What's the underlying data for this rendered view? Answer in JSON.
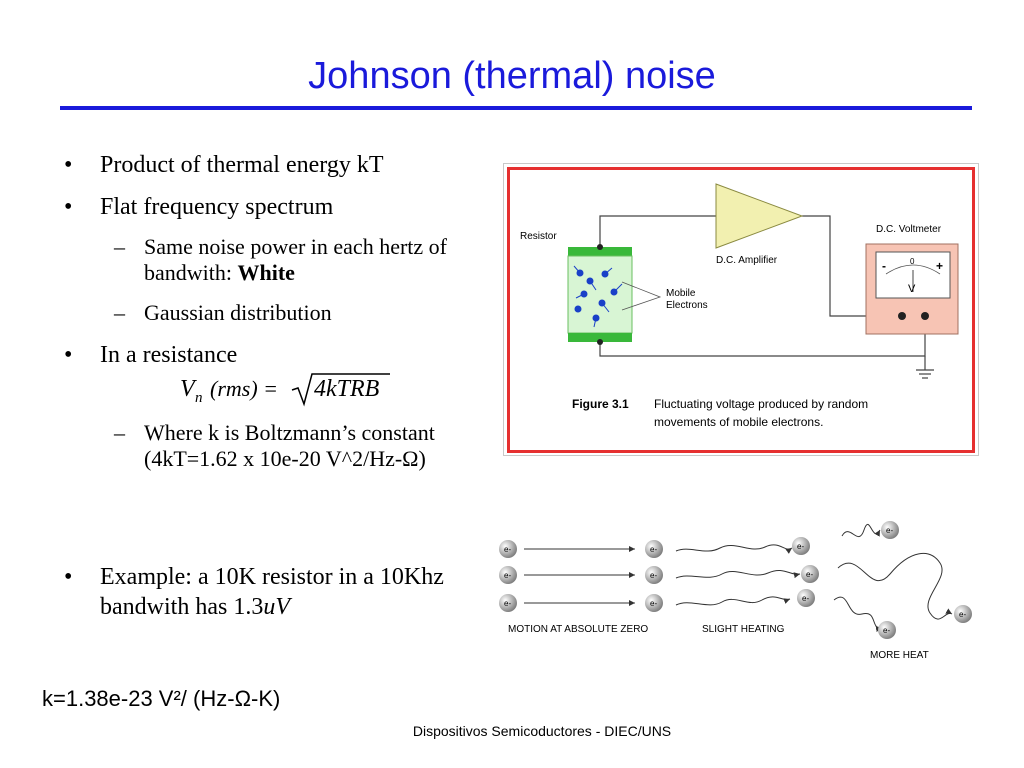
{
  "slide": {
    "title": "Johnson (thermal) noise",
    "footer": "Dispositivos Semicoductores - DIEC/UNS",
    "k_constant": "k=1.38e-23 V²/ (Hz-Ω-K)"
  },
  "bullets": {
    "b1": "Product of thermal energy kT",
    "b2": "Flat frequency spectrum",
    "b2_sub1_a": "Same noise power in each hertz of bandwith: ",
    "b2_sub1_b": "White",
    "b2_sub2": "Gaussian distribution",
    "b3": "In a resistance",
    "b3_sub1": "Where k is Boltzmann’s constant (4kT=1.62 x 10e-20 V^2/Hz-Ω)",
    "b4_a": "Example: a 10K resistor in a 10Khz bandwith has 1.3",
    "b4_b": "uV",
    "bullet_glyph": "•",
    "dash_glyph": "–"
  },
  "formula": {
    "lhs_v": "V",
    "lhs_sub": "n",
    "lhs_arg": "(rms) =",
    "rhs": "4kTRB"
  },
  "figure1": {
    "resistor_label": "Resistor",
    "amplifier_label": "D.C. Amplifier",
    "voltmeter_label": "D.C. Voltmeter",
    "electrons_label_1": "Mobile",
    "electrons_label_2": "Electrons",
    "meter_minus": "-",
    "meter_zero": "0",
    "meter_plus": "+",
    "meter_v": "V",
    "caption_label": "Figure 3.1",
    "caption_line1": "Fluctuating voltage produced by random",
    "caption_line2": "movements of mobile electrons."
  },
  "figure2": {
    "electron": "e-",
    "label_zero": "MOTION AT ABSOLUTE ZERO",
    "label_slight": "SLIGHT HEATING",
    "label_more": "MORE HEAT"
  },
  "colors": {
    "title": "#1a1adb",
    "frame_red": "#e63030",
    "resistor_green": "#39b83a",
    "resistor_fill": "#d8f5d4",
    "amplifier_fill": "#f2f0b0",
    "voltmeter_fill": "#f7c4b4",
    "electron_blue": "#1a40c8"
  }
}
